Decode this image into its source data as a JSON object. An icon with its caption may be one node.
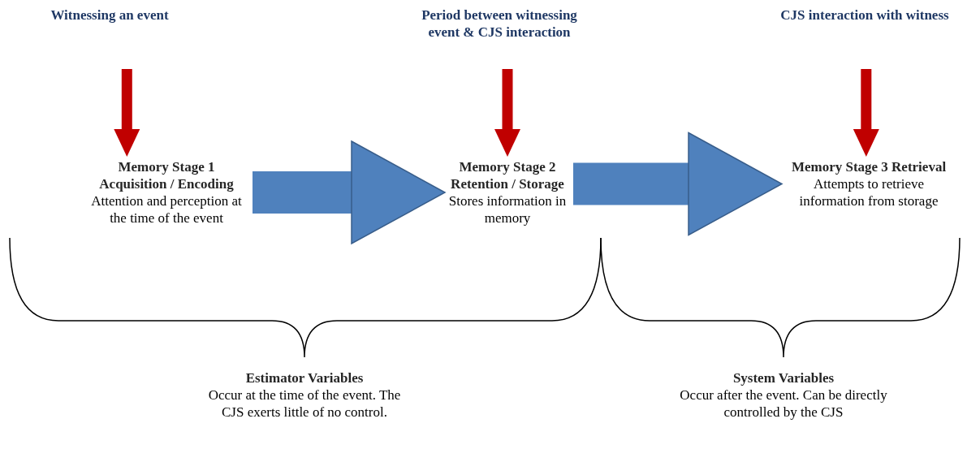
{
  "diagram": {
    "nodes": [
      {
        "text": [
          "Witnessing an event"
        ]
      },
      {
        "text": [
          "Period between witnessing event & CJS interaction"
        ]
      },
      {
        "text": [
          "CJS interaction with witness"
        ]
      },
      {
        "text": [
          "Memory Stage 1 Acquisition / Encoding",
          "Attention and perception at the time of the event"
        ]
      },
      {
        "text": [
          "Memory Stage 2 Retention / Storage",
          "Stores information in memory"
        ]
      },
      {
        "text": [
          "Memory Stage 3 Retrieval",
          "Attempts to retrieve information from storage"
        ]
      },
      {
        "text": [
          "Estimator Variables",
          "Occur at the time of the event. The CJS exerts little of no control."
        ]
      },
      {
        "text": [
          "System Variables",
          "Occur after the event. Can be directly controlled by the CJS"
        ]
      }
    ],
    "edges": [
      {
        "from": 0,
        "to": 3,
        "arrow": "to"
      },
      {
        "from": 1,
        "to": 4,
        "arrow": "to"
      },
      {
        "from": 2,
        "to": 5,
        "arrow": "to"
      },
      {
        "from": 3,
        "to": 4,
        "arrow": "to",
        "style": "thick",
        "color": "#4f81bd"
      },
      {
        "from": 4,
        "to": 5,
        "arrow": "to",
        "style": "thick",
        "color": "#4f81bd"
      }
    ]
  }
}
